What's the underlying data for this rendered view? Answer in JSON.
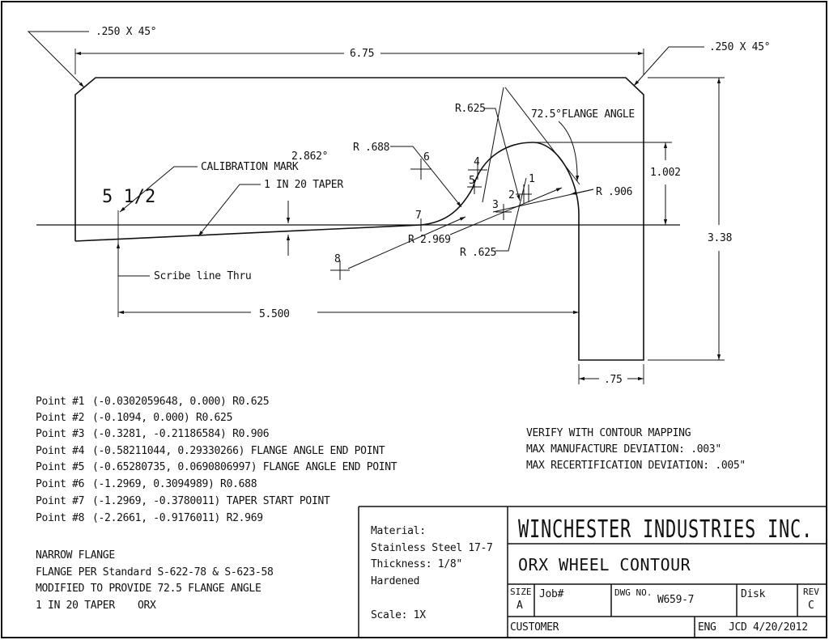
{
  "dimensions": {
    "chamfer_left": ".250 X 45°",
    "chamfer_right": ".250 X 45°",
    "overall_width": "6.75",
    "overall_height": "3.38",
    "flange_height": "1.002",
    "flange_width": ".75",
    "taper_length": "5.500",
    "r_625_top": "R.625",
    "r_625_bottom": "R .625",
    "r_688": "R .688",
    "r_906": "R .906",
    "r_2969": "R 2.969",
    "flange_angle": "72.5°FLANGE ANGLE",
    "taper_angle": "2.862°",
    "calibration_mark": "CALIBRATION MARK",
    "taper_note": "1 IN 20 TAPER",
    "scribe_note": "Scribe line Thru",
    "calib_value": "5 1/2"
  },
  "point_labels": [
    "1",
    "2",
    "3",
    "4",
    "5",
    "6",
    "7",
    "8"
  ],
  "points": [
    {
      "label": "Point #1",
      "value": "(-0.0302059648, 0.000) R0.625"
    },
    {
      "label": "Point #2",
      "value": "(-0.1094, 0.000) R0.625"
    },
    {
      "label": "Point #3",
      "value": "(-0.3281, -0.21186584) R0.906"
    },
    {
      "label": "Point #4",
      "value": "(-0.58211044, 0.29330266) FLANGE ANGLE END POINT"
    },
    {
      "label": "Point #5",
      "value": "(-0.65280735, 0.0690806997) FLANGE ANGLE END POINT"
    },
    {
      "label": "Point #6",
      "value": "(-1.2969, 0.3094989) R0.688"
    },
    {
      "label": "Point #7",
      "value": "(-1.2969, -0.3780011) TAPER START POINT"
    },
    {
      "label": "Point #8",
      "value": "(-2.2661, -0.9176011) R2.969"
    }
  ],
  "notes_left": [
    "NARROW FLANGE",
    "FLANGE PER Standard S-622-78 & S-623-58",
    "MODIFIED TO PROVIDE 72.5 FLANGE ANGLE",
    "1 IN 20 TAPER",
    "ORX"
  ],
  "notes_right": [
    "VERIFY WITH CONTOUR MAPPING",
    "MAX MANUFACTURE DEVIATION: .003\"",
    "MAX RECERTIFICATION DEVIATION: .005\""
  ],
  "title_block": {
    "material_label": "Material:",
    "material": "Stainless Steel 17-7",
    "thickness": "Thickness: 1/8\"",
    "treatment": "Hardened",
    "scale": "Scale: 1X",
    "company": "WINCHESTER INDUSTRIES INC.",
    "title": "ORX WHEEL CONTOUR",
    "size_label": "SIZE",
    "size": "A",
    "job_label": "Job#",
    "dwg_label": "DWG NO.",
    "dwg_no": "W659-7",
    "disk": "Disk",
    "rev_label": "REV",
    "rev": "C",
    "customer_label": "CUSTOMER",
    "eng_label": "ENG",
    "eng": "JCD",
    "date": "4/20/2012"
  }
}
